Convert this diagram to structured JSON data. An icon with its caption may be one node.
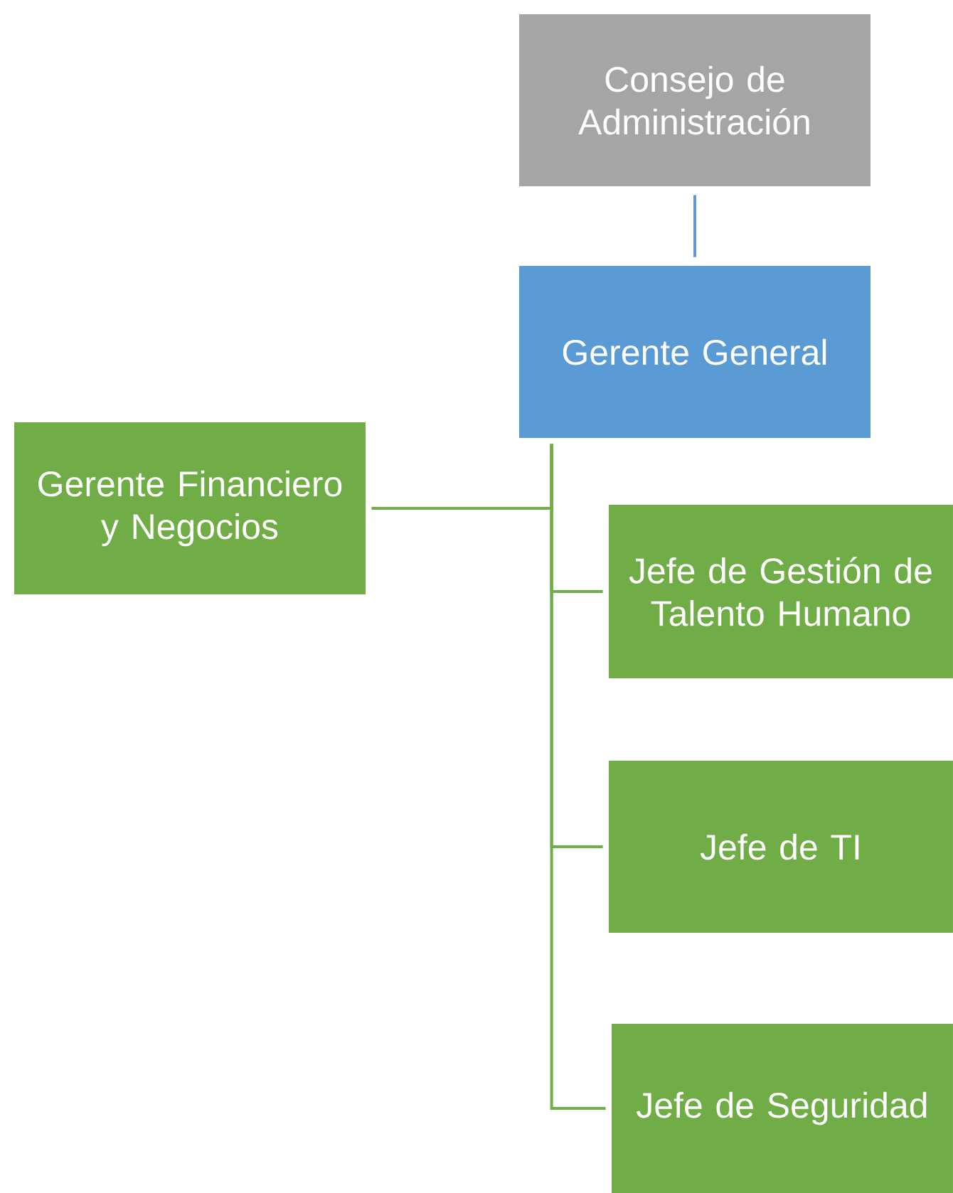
{
  "diagram": {
    "nodes": [
      {
        "text": [
          "Consejo de Administración"
        ]
      },
      {
        "text": [
          "Gerente General"
        ]
      },
      {
        "text": [
          "Gerente Financiero y Negocios"
        ]
      },
      {
        "text": [
          "Jefe de Gestión de Talento Humano"
        ]
      },
      {
        "text": [
          "Jefe de TI"
        ]
      },
      {
        "text": [
          "Jefe de Seguridad"
        ]
      }
    ],
    "edges": [
      {
        "from": 0,
        "to": 1,
        "arrow": "none",
        "color": "#5b9bd5"
      },
      {
        "from": 1,
        "to": 2,
        "arrow": "none"
      },
      {
        "from": 1,
        "to": 3,
        "arrow": "none"
      },
      {
        "from": 1,
        "to": 4,
        "arrow": "none"
      },
      {
        "from": 1,
        "to": 5,
        "arrow": "none"
      }
    ]
  }
}
